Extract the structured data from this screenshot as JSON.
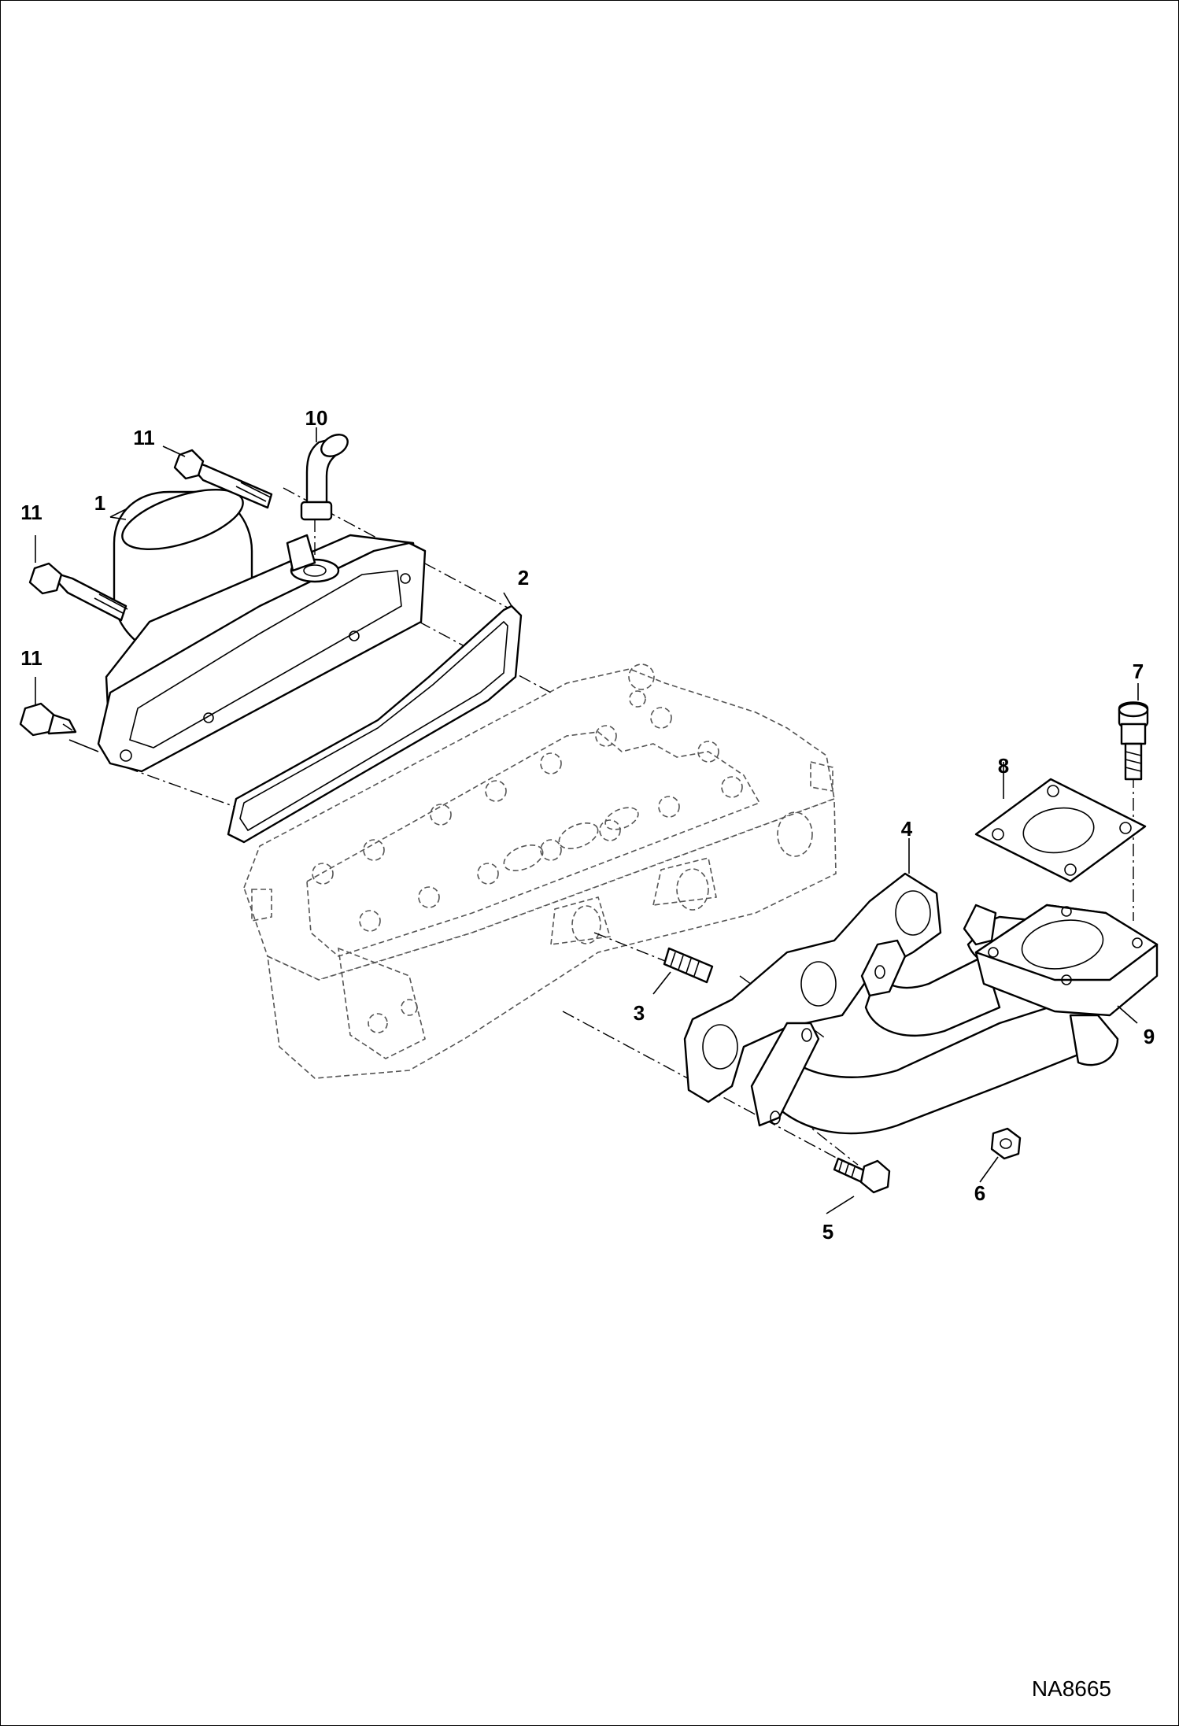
{
  "drawing_code": "NA8665",
  "callouts": {
    "c1": "1",
    "c2": "2",
    "c3": "3",
    "c4": "4",
    "c5": "5",
    "c6": "6",
    "c7": "7",
    "c8": "8",
    "c9": "9",
    "c10": "10",
    "c11a": "11",
    "c11b": "11",
    "c11c": "11"
  }
}
